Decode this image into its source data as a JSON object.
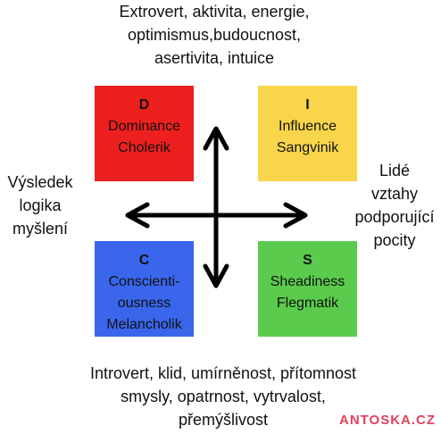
{
  "top_caption": [
    "Extrovert, aktivita, energie,",
    "optimismus,budoucnost,",
    "asertivita, intuice"
  ],
  "bottom_caption": [
    "Introvert, klid, umírněnost, přítomnost",
    "smysly, opatrnost, vytrvalost,",
    "přemýšlivost"
  ],
  "left_side": [
    "Výsledek",
    "logika",
    "myšlení"
  ],
  "right_side": [
    "Lidé",
    "vztahy",
    "podporující",
    "pocity"
  ],
  "boxes": {
    "d": {
      "letter": "D",
      "lines": [
        "Dominance",
        "Cholerik"
      ],
      "color": "#ee1f1f"
    },
    "i": {
      "letter": "I",
      "lines": [
        "Influence",
        "Sangvinik"
      ],
      "color": "#f8d54a"
    },
    "c": {
      "letter": "C",
      "lines": [
        "Conscienti-",
        "ousness",
        "Melancholik"
      ],
      "color": "#3a66ec"
    },
    "s": {
      "letter": "S",
      "lines": [
        "Sheadiness",
        "Flegmatik"
      ],
      "color": "#5acb4c"
    }
  },
  "brand": "ANTOSKA.CZ",
  "colors": {
    "arrow": "#000000",
    "brand": "#e2405c"
  }
}
